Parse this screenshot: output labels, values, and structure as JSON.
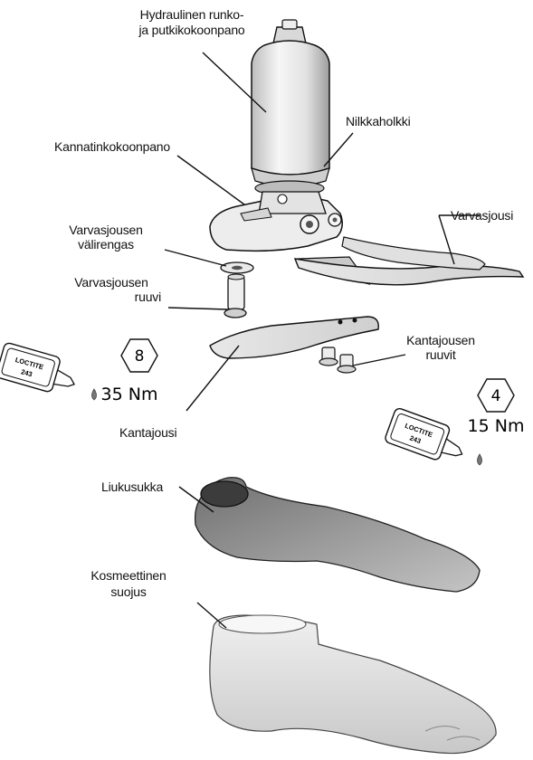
{
  "labels": {
    "hydraulic_line1": "Hydraulinen runko-",
    "hydraulic_line2": "ja putkikokoonpano",
    "ankle_sleeve": "Nilkkaholkki",
    "heel_assembly": "Kannatinkokoonpano",
    "toe_spring": "Varvasjousi",
    "toe_washer_line1": "Varvasjousen",
    "toe_washer_line2": "välirengas",
    "toe_screw_line1": "Varvasjousen",
    "toe_screw_line2": "ruuvi",
    "heel_screws_line1": "Kantajousen",
    "heel_screws_line2": "ruuvit",
    "heel_spring": "Kantajousi",
    "spectra_sock": "Liukusukka",
    "cosmetic_line1": "Kosmeettinen",
    "cosmetic_line2": "suojus"
  },
  "torque_left": {
    "hex_size": "8",
    "value": "35 Nm"
  },
  "torque_right": {
    "hex_size": "4",
    "value": "15 Nm"
  },
  "loctite_label": {
    "brand": "LOCTITE",
    "number": "243"
  },
  "colors": {
    "line": "#111111",
    "part_light": "#f4f4f4",
    "part_mid": "#d6d6d6",
    "part_dark": "#9a9a9a",
    "sock": "#8a8a8a",
    "cover": "#dcdcdc"
  }
}
